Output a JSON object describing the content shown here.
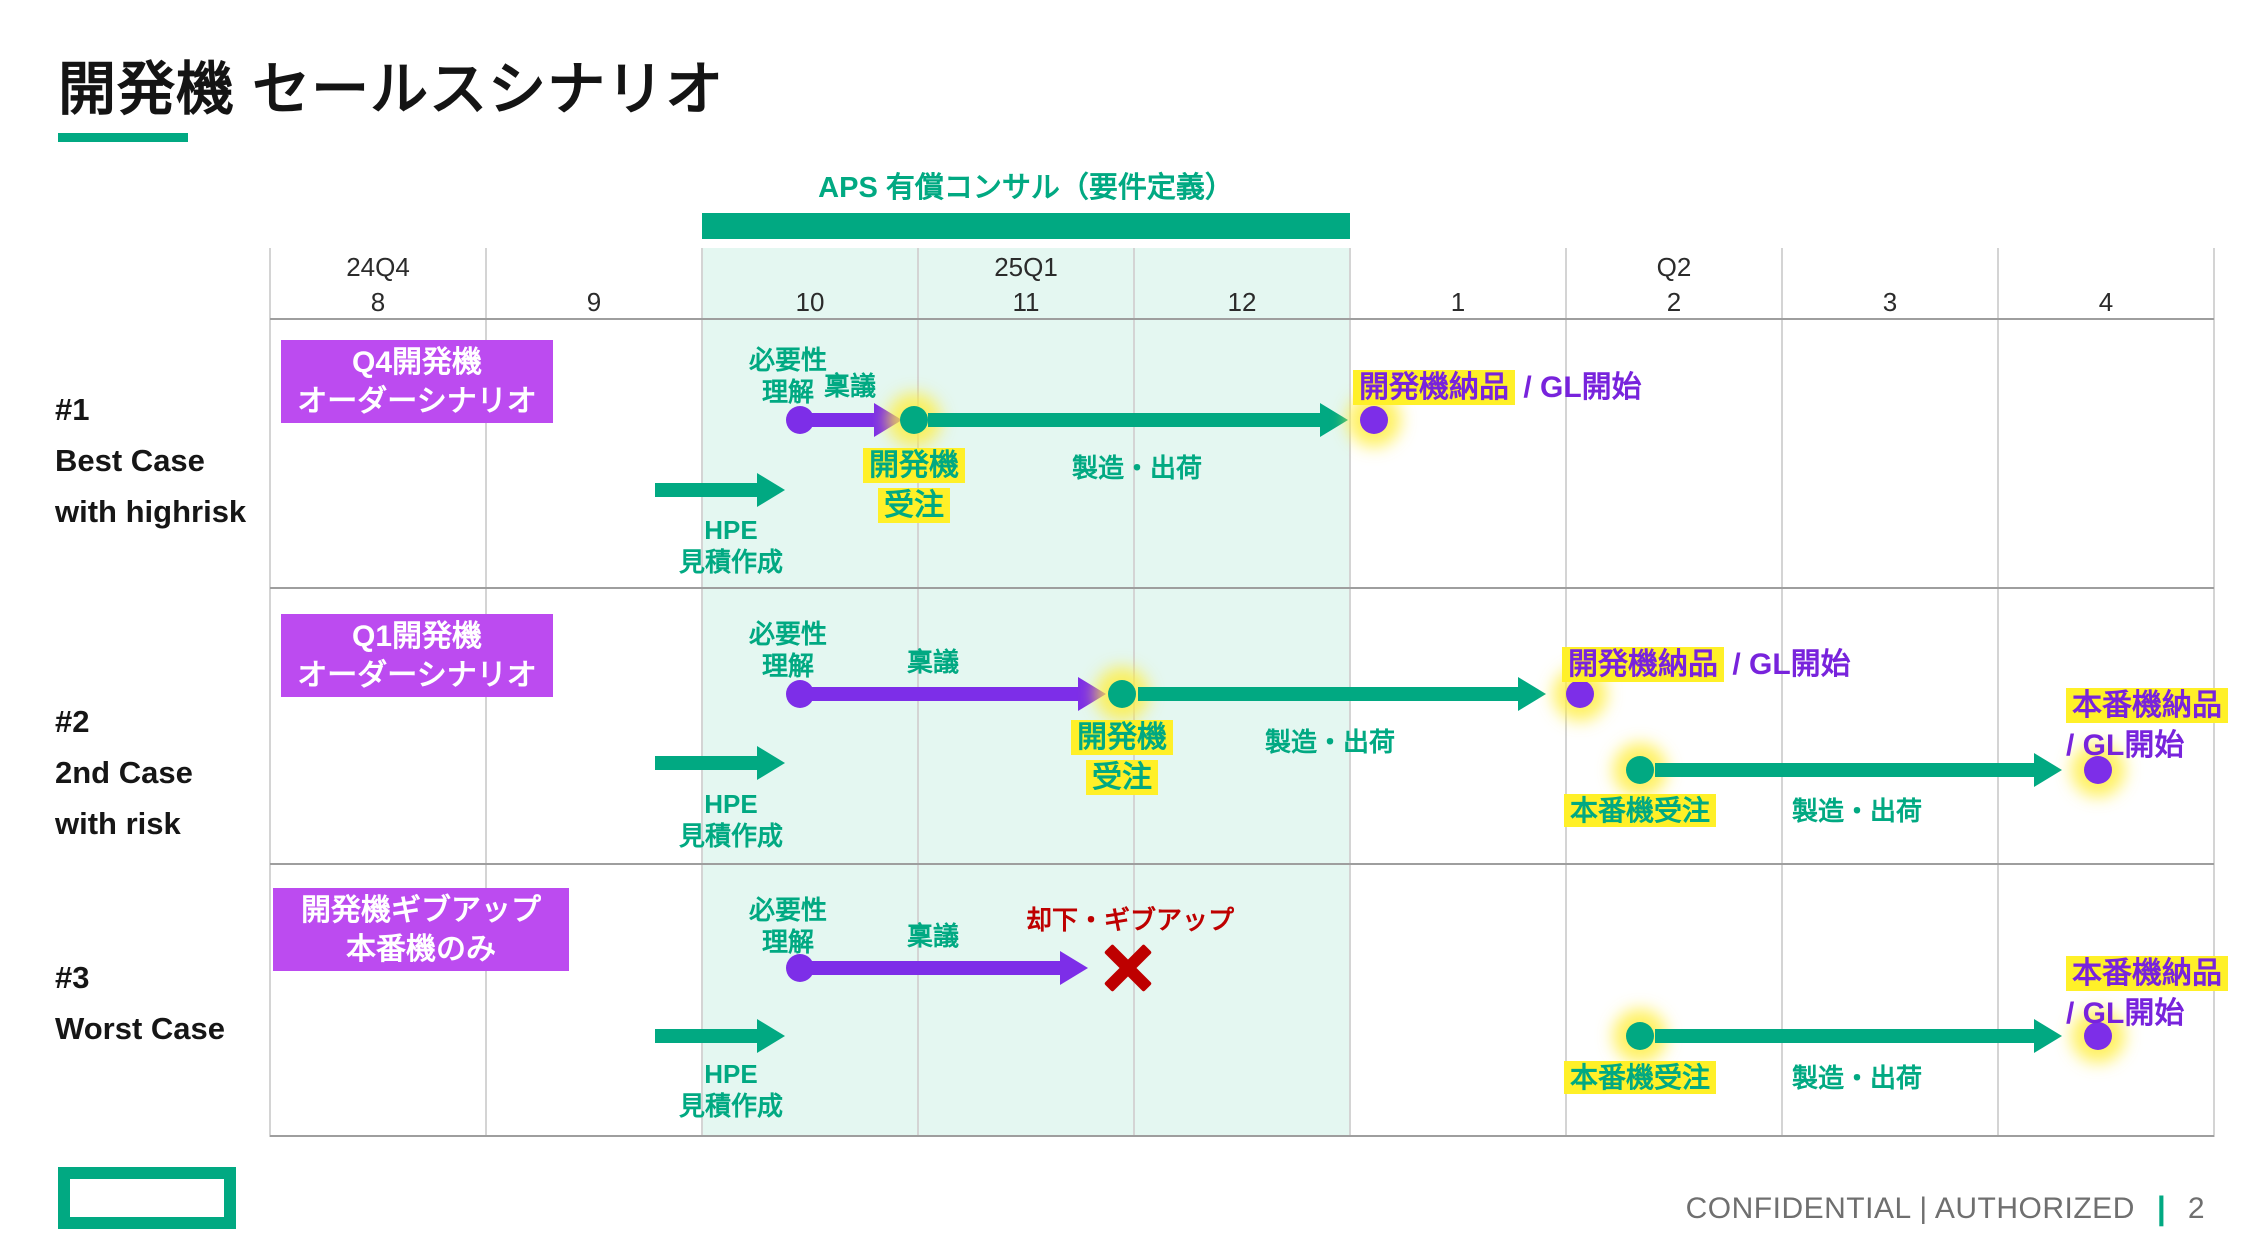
{
  "title": "開発機 セールスシナリオ",
  "aps_banner": {
    "label": "APS 有償コンサル（要件定義）"
  },
  "axis": {
    "quarters": [
      "24Q4",
      "25Q1",
      "Q2"
    ],
    "months": [
      "8",
      "9",
      "10",
      "11",
      "12",
      "1",
      "2",
      "3",
      "4"
    ]
  },
  "scenarios": {
    "s1": {
      "case_number": "#1",
      "case_line1": "Best Case",
      "case_line2": "with highrisk",
      "box_line1": "Q4開発機",
      "box_line2": "オーダーシナリオ",
      "necessity_line1": "必要性",
      "necessity_line2": "理解",
      "ringi": "稟議",
      "order_line1": "開発機",
      "order_line2": "受注",
      "ship": "製造・出荷",
      "delivery_highlight": "開発機納品",
      "delivery_suffix": " / GL開始",
      "hpe_line1": "HPE",
      "hpe_line2": "見積作成"
    },
    "s2": {
      "case_number": "#2",
      "case_line1": "2nd Case",
      "case_line2": "with risk",
      "box_line1": "Q1開発機",
      "box_line2": "オーダーシナリオ",
      "necessity_line1": "必要性",
      "necessity_line2": "理解",
      "ringi": "稟議",
      "order_line1": "開発機",
      "order_line2": "受注",
      "ship1": "製造・出荷",
      "delivery_highlight": "開発機納品",
      "delivery_suffix": " / GL開始",
      "prod_order": "本番機受注",
      "ship2": "製造・出荷",
      "prod_delivery_line1": "本番機納品",
      "prod_delivery_line2": "/ GL開始",
      "hpe_line1": "HPE",
      "hpe_line2": "見積作成"
    },
    "s3": {
      "case_number": "#3",
      "case_line1": "Worst Case",
      "box_line1": "開発機ギブアップ",
      "box_line2": "本番機のみ",
      "necessity_line1": "必要性",
      "necessity_line2": "理解",
      "ringi": "稟議",
      "reject": "却下・ギブアップ",
      "prod_order": "本番機受注",
      "ship": "製造・出荷",
      "prod_delivery_line1": "本番機納品",
      "prod_delivery_line2": "/ GL開始",
      "hpe_line1": "HPE",
      "hpe_line2": "見積作成"
    }
  },
  "footer": {
    "confidential": "CONFIDENTIAL | AUTHORIZED",
    "separator": "|",
    "page_number": "2"
  },
  "colors": {
    "brand_green": "#01A982",
    "arrow_purple": "#7D2EE8",
    "box_purple": "#BC4BF0",
    "text_purple": "#7823DC",
    "highlight_yellow": "#FFF028",
    "reject_red": "#BE0000",
    "shading_mint": "#E4F7F1"
  }
}
